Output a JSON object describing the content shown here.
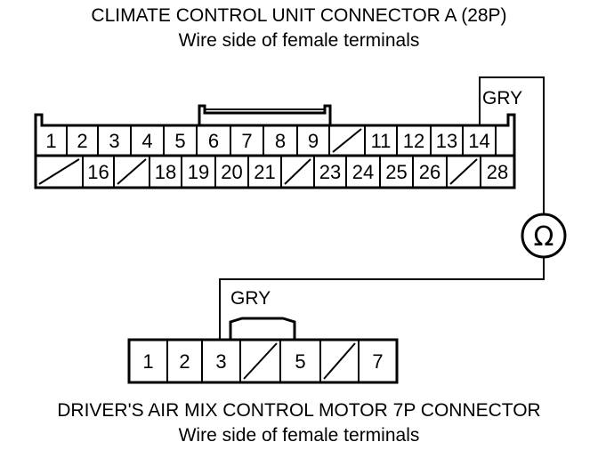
{
  "connector_a": {
    "title": "CLIMATE CONTROL UNIT CONNECTOR A (28P)",
    "subtitle": "Wire side of female terminals",
    "top_row": [
      "1",
      "2",
      "3",
      "4",
      "5",
      "6",
      "7",
      "8",
      "9",
      "",
      "11",
      "12",
      "13",
      "14",
      ""
    ],
    "bottom_row": [
      "",
      "16",
      "",
      "18",
      "19",
      "20",
      "21",
      "",
      "23",
      "24",
      "25",
      "26",
      "",
      "28"
    ],
    "wire_color": "GRY"
  },
  "connector_b": {
    "title": "DRIVER'S AIR MIX CONTROL MOTOR 7P CONNECTOR",
    "subtitle": "Wire side of female terminals",
    "cells": [
      "1",
      "2",
      "3",
      "",
      "5",
      "",
      "7"
    ],
    "wire_color": "GRY"
  },
  "meter": {
    "symbol": "Ω",
    "icon": "ohmmeter-icon"
  }
}
